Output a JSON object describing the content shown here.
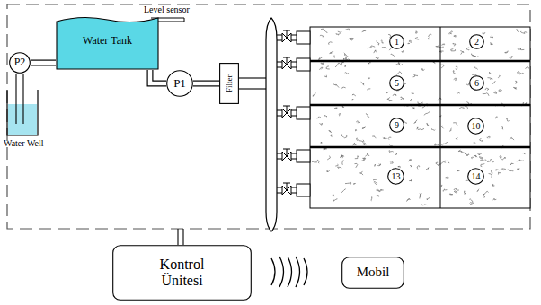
{
  "diagram": {
    "nodes": [
      {
        "text": [
          "P2"
        ]
      },
      {
        "text": [
          "Water Tank"
        ]
      },
      {
        "text": [
          "P1"
        ]
      },
      {
        "text": [
          "Filter"
        ]
      },
      {
        "text": [
          "1"
        ]
      },
      {
        "text": [
          "2"
        ]
      },
      {
        "text": [
          "5"
        ]
      },
      {
        "text": [
          "6"
        ]
      },
      {
        "text": [
          "9"
        ]
      },
      {
        "text": [
          "10"
        ]
      },
      {
        "text": [
          "13"
        ]
      },
      {
        "text": [
          "14"
        ]
      },
      {
        "text": [
          "Kontrol Ünitesi"
        ]
      },
      {
        "text": [
          "Mobil"
        ]
      }
    ],
    "edges": [
      {
        "from": 0,
        "to": 1,
        "arrow": "none"
      },
      {
        "from": 1,
        "to": 2,
        "arrow": "none"
      },
      {
        "from": 2,
        "to": 3,
        "arrow": "none"
      }
    ],
    "labels": [
      "Level sensor",
      "Water Well"
    ]
  }
}
